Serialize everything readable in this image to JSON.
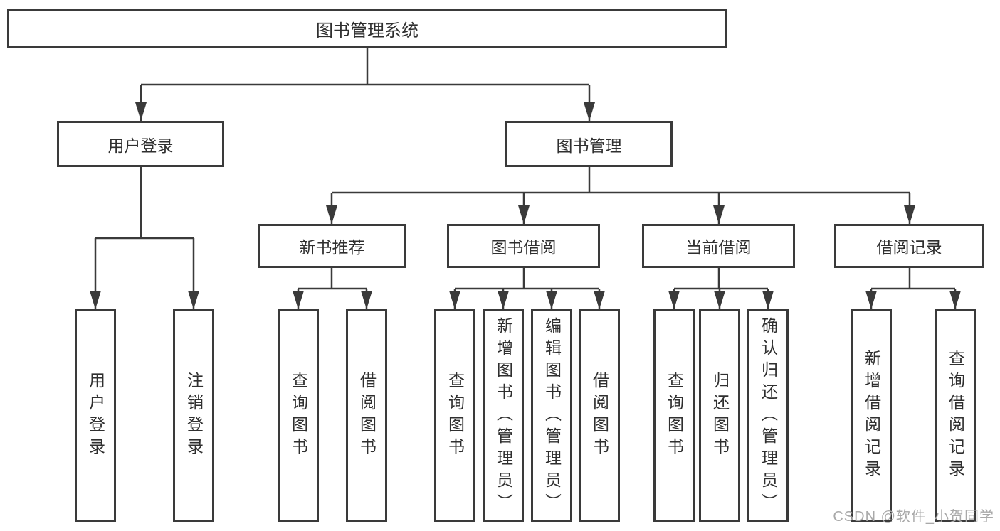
{
  "diagram": {
    "root": {
      "label": "图书管理系统"
    },
    "level2": [
      {
        "id": "user-login",
        "label": "用户登录"
      },
      {
        "id": "book-management",
        "label": "图书管理"
      }
    ],
    "level3": [
      {
        "id": "new-book-recommend",
        "parent": "book-management",
        "label": "新书推荐"
      },
      {
        "id": "book-borrow",
        "parent": "book-management",
        "label": "图书借阅"
      },
      {
        "id": "current-borrow",
        "parent": "book-management",
        "label": "当前借阅"
      },
      {
        "id": "borrow-records",
        "parent": "book-management",
        "label": "借阅记录"
      }
    ],
    "leaves": [
      {
        "parent": "user-login",
        "label": "用户登录"
      },
      {
        "parent": "user-login",
        "label": "注销登录"
      },
      {
        "parent": "new-book-recommend",
        "label": "查询图书"
      },
      {
        "parent": "new-book-recommend",
        "label": "借阅图书"
      },
      {
        "parent": "book-borrow",
        "label": "查询图书"
      },
      {
        "parent": "book-borrow",
        "label": "新增图书（管理员）"
      },
      {
        "parent": "book-borrow",
        "label": "编辑图书（管理员）"
      },
      {
        "parent": "book-borrow",
        "label": "借阅图书"
      },
      {
        "parent": "current-borrow",
        "label": "查询图书"
      },
      {
        "parent": "current-borrow",
        "label": "归还图书"
      },
      {
        "parent": "current-borrow",
        "label": "确认归还（管理员）"
      },
      {
        "parent": "borrow-records",
        "label": "新增借阅记录"
      },
      {
        "parent": "borrow-records",
        "label": "查询借阅记录"
      }
    ],
    "watermark": "CSDN @软件_小贺同学",
    "colors": {
      "line": "#3a3a3a",
      "text": "#2f2f2f",
      "watermark": "#a9a9a9"
    }
  }
}
